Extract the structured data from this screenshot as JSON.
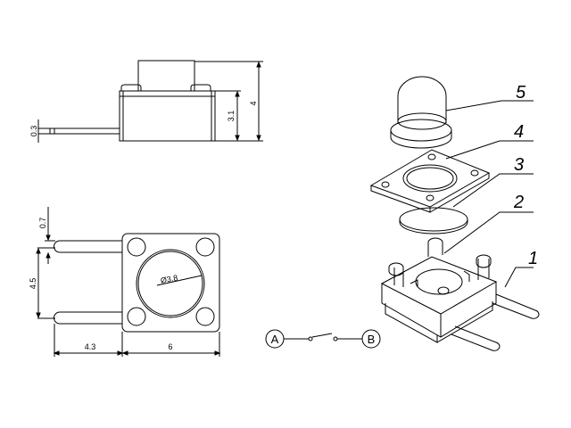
{
  "side_view": {
    "dim_lead_thickness": "0.3",
    "dim_body_height": "3.1",
    "dim_total_height": "4"
  },
  "top_view": {
    "dim_lead_width": "0.7",
    "dim_lead_pitch": "4.5",
    "dim_lead_length": "4.3",
    "dim_body_width": "6",
    "dim_button_diameter": "Ø3.8"
  },
  "schematic": {
    "terminal_a": "A",
    "terminal_b": "B"
  },
  "exploded_view": {
    "part_labels": [
      "1",
      "2",
      "3",
      "4",
      "5"
    ]
  }
}
